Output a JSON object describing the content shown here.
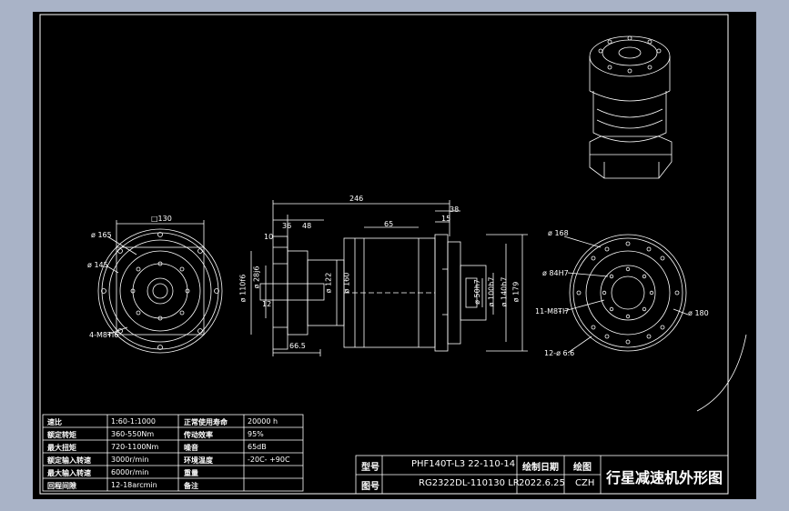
{
  "dims": {
    "d130": "□130",
    "d165": "ø 165",
    "d145": "ø 145",
    "d4m": "4-M8ŦI6",
    "l246": "246",
    "l36": "36",
    "l48": "48",
    "l10": "10",
    "l65": "65",
    "l15": "15",
    "l38": "38",
    "l12": "12",
    "l665": "66.5",
    "d110": "ø 110f6",
    "d28": "ø 28j6",
    "d122": "ø 122",
    "d160": "ø 160",
    "d50": "ø 50h7",
    "d100": "ø 100h7",
    "d140": "ø 140h7",
    "d179": "ø 179",
    "d168": "ø 168",
    "d847": "ø 84H7",
    "d11m": "11-M8ŦI7",
    "d180": "ø 180",
    "d12h": "12-ø 6.6"
  },
  "spec_table": {
    "rows": [
      {
        "k1": "速比",
        "v1": "1:60-1:1000",
        "k2": "正常使用寿命",
        "v2": "20000  h"
      },
      {
        "k1": "额定转矩",
        "v1": "360-550Nm",
        "k2": "传动效率",
        "v2": "95%"
      },
      {
        "k1": "最大扭矩",
        "v1": "720-1100Nm",
        "k2": "噪音",
        "v2": "65dB"
      },
      {
        "k1": "额定输入转速",
        "v1": "3000r/min",
        "k2": "环境温度",
        "v2": "-20C- +90C"
      },
      {
        "k1": "最大输入转速",
        "v1": "6000r/min",
        "k2": "重量",
        "v2": ""
      },
      {
        "k1": "回程间隙",
        "v1": "12-18arcmin",
        "k2": "备注",
        "v2": ""
      }
    ]
  },
  "title_block": {
    "model_label": "型号",
    "model_value": "PHF140T-L3  22-110-14",
    "drawing_no_label": "图号",
    "drawing_no_value": "RG2322DL-110130  LR",
    "date_label": "绘制日期",
    "date_value": "2022.6.25",
    "drawer_label": "绘图",
    "drawer_value": "CZH",
    "title": "行星减速机外形图"
  }
}
